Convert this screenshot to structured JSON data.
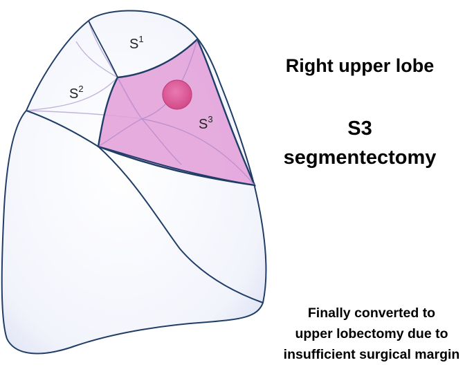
{
  "diagram": {
    "segments": [
      {
        "base": "S",
        "sup": "1"
      },
      {
        "base": "S",
        "sup": "2"
      },
      {
        "base": "S",
        "sup": "3"
      }
    ],
    "colors": {
      "lobe_fill": "#f3f5fc",
      "outline": "#1f3d66",
      "faint_line": "#b9a7d6",
      "resected_segment": "#e2a0da",
      "tumor": "#e0609a"
    }
  },
  "text": {
    "lobe_title": "Right upper lobe",
    "procedure_line1": "S3",
    "procedure_line2": "segmentectomy",
    "note_line1": "Finally converted to",
    "note_line2": "upper lobectomy due to",
    "note_line3": "insufficient surgical margin"
  }
}
